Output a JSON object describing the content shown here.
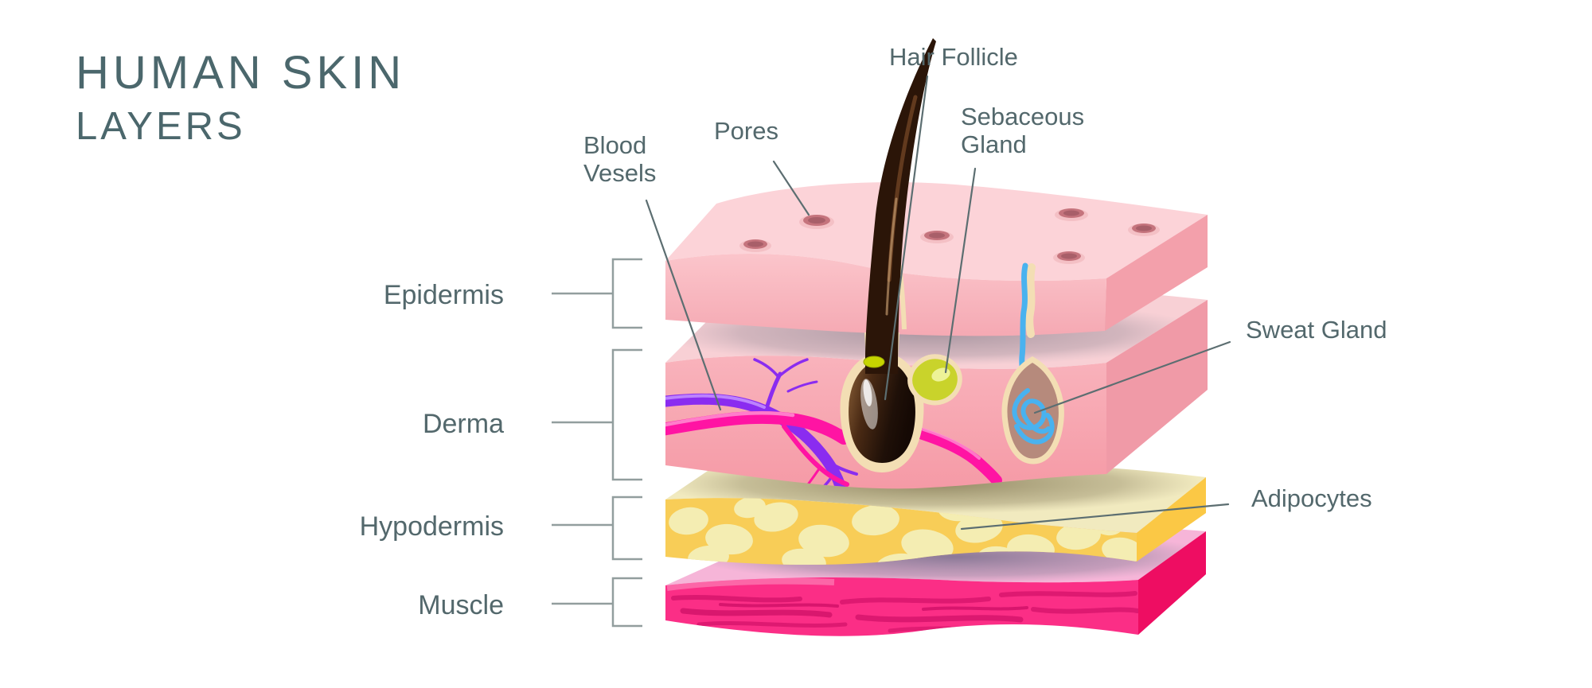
{
  "title": {
    "line1": "HUMAN SKIN",
    "line2": "LAYERS"
  },
  "layer_labels": [
    {
      "id": "epidermis",
      "label": "Epidermis"
    },
    {
      "id": "derma",
      "label": "Derma"
    },
    {
      "id": "hypodermis",
      "label": "Hypodermis"
    },
    {
      "id": "muscle",
      "label": "Muscle"
    }
  ],
  "feature_labels": {
    "blood_vessels": {
      "line1": "Blood",
      "line2": "Vesels"
    },
    "pores": "Pores",
    "hair_follicle": "Hair Follicle",
    "sebaceous_gland": {
      "line1": "Sebaceous",
      "line2": "Gland"
    },
    "sweat_gland": "Sweat Gland",
    "adipocytes": "Adipocytes"
  },
  "colors": {
    "text": "#53686c",
    "title_text": "#4b676c",
    "leader_line": "#5c6e71",
    "bracket_line": "#929e9e",
    "epidermis_top": "#fcd3d8",
    "epidermis_front": "#f8b6bd",
    "epidermis_right": "#f3a0ab",
    "pore": "#c5747d",
    "pore_dark": "#a85f69",
    "derma_top": "#f8d0d5",
    "derma_front": "#f7a6b0",
    "derma_right": "#f09aa7",
    "hair": "#2b1508",
    "sheath_cream": "#f3deb4",
    "sebaceous": "#c9d32b",
    "sweat_pouch": "#b68a7c",
    "sweat_duct_blue": "#49b2ef",
    "vessel_magenta": "#ff14a3",
    "vessel_purple": "#8a2cf0",
    "follicle_dot_green": "#c6d400",
    "hypodermis_top": "#f1eabf",
    "hypodermis_front": "#f8cd57",
    "hypodermis_right": "#fbc845",
    "adipocyte_blob": "#f4edb2",
    "muscle_top": "#f6b5d8",
    "muscle_front": "#fb2e86",
    "muscle_right": "#ee0d62",
    "muscle_streak": "#d11168"
  }
}
